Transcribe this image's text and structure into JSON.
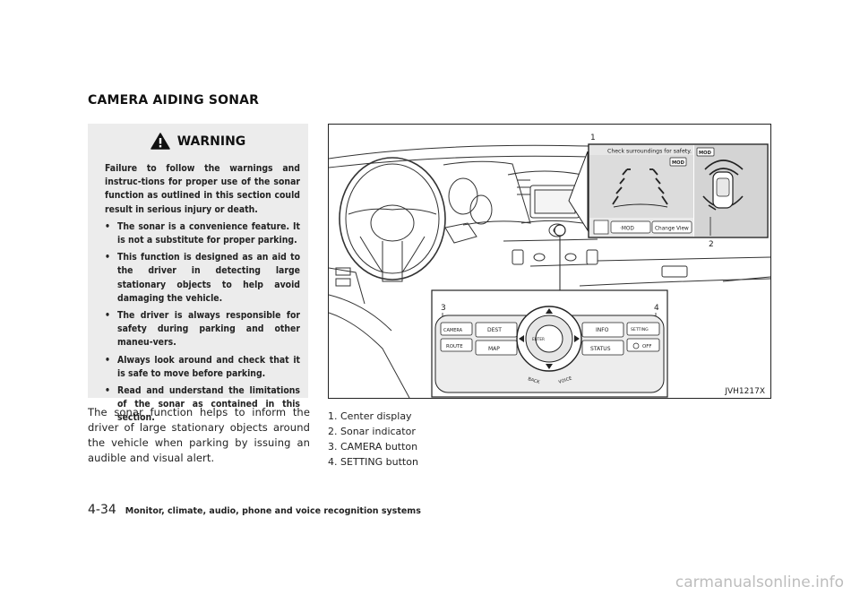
{
  "section_title": "CAMERA AIDING SONAR",
  "warning": {
    "icon": "warning-triangle-icon",
    "title": "WARNING",
    "intro": "Failure to follow the warnings and instruc-tions for proper use of the sonar function as outlined in this section could result in serious injury or death.",
    "items": [
      "The sonar is a convenience feature. It is not a substitute for proper parking.",
      "This function is designed as an aid to the driver in detecting large stationary objects to help avoid damaging the vehicle.",
      "The driver is always responsible for safety during parking and other maneu-vers.",
      "Always look around and check that it is safe to move before parking.",
      "Read and understand the limitations of the sonar as contained in this section."
    ]
  },
  "body_text": "The sonar function helps to inform the driver of large stationary objects around the vehicle when parking by issuing an audible and visual alert.",
  "figure": {
    "code": "JVH1217X",
    "callouts": [
      "1",
      "2",
      "3",
      "4"
    ],
    "screen": {
      "message": "Check surroundings for safety.",
      "mod_badge": "MOD",
      "mod_badge_2": "MOD",
      "mod_button": "·MOD",
      "change_view": "Change View"
    },
    "controller": {
      "camera": "CAMERA",
      "route": "ROUTE",
      "dest": "DEST",
      "map": "MAP",
      "enter": "ENTER",
      "info": "INFO",
      "status": "STATUS",
      "setting": "SETTING",
      "off": "OFF",
      "back": "BACK",
      "voice": "VOICE"
    }
  },
  "legend": [
    "1. Center display",
    "2. Sonar indicator",
    "3. CAMERA button",
    "4. SETTING button"
  ],
  "footer": {
    "page_number": "4-34",
    "title": "Monitor, climate, audio, phone and voice recognition systems"
  },
  "watermark": "carmanualsonline.info"
}
